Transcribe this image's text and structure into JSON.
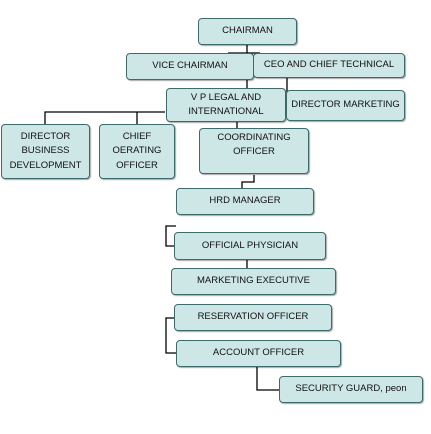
{
  "colors": {
    "box_fill": "#cde6e6",
    "box_border": "#3d6b6b",
    "connector": "#000000"
  },
  "nodes": {
    "chairman": "CHAIRMAN",
    "vice_chairman": "VICE CHAIRMAN",
    "ceo": "CEO AND CHIEF TECHNICAL",
    "vp_legal": "V P LEGAL AND\nINTERNATIONAL",
    "director_marketing": "DIRECTOR MARKETING",
    "director_business": "DIRECTOR\nBUSINESS\nDEVELOPMENT",
    "chief_operating": "CHIEF\nOERATING\nOFFICER",
    "coordinating": "COORDINATING\nOFFICER",
    "hrd_manager": "HRD MANAGER",
    "physician": "OFFICIAL  PHYSICIAN",
    "marketing_exec": "MARKETING EXECUTIVE",
    "reservation": "RESERVATION OFFICER",
    "account": "ACCOUNT OFFICER",
    "security": "SECURITY GUARD, peon"
  }
}
